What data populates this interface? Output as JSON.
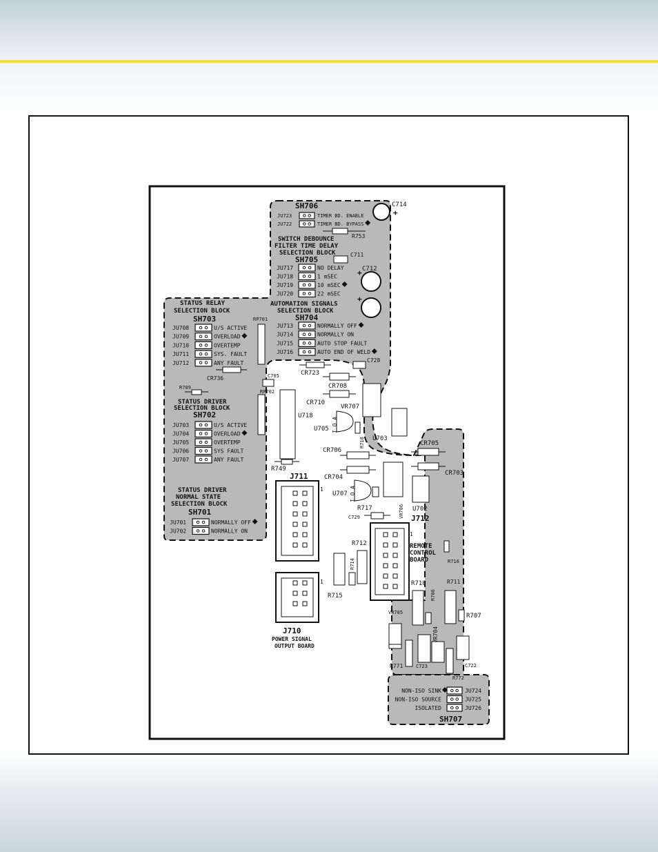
{
  "blocks": {
    "sh706": {
      "title": "SH706",
      "rows": [
        {
          "jumper": "JU723",
          "label": "TIMER BD. ENABLE",
          "selected": false
        },
        {
          "jumper": "JU722",
          "label": "TIMER BD. BYPASS",
          "selected": true
        }
      ]
    },
    "sh705": {
      "heading": [
        "SWITCH DEBOUNCE",
        "FILTER TIME DELAY",
        "SELECTION BLOCK"
      ],
      "title": "SH705",
      "rows": [
        {
          "jumper": "JU717",
          "label": "NO DELAY",
          "selected": false
        },
        {
          "jumper": "JU718",
          "label": "1 mSEC",
          "selected": false
        },
        {
          "jumper": "JU719",
          "label": "10 mSEC",
          "selected": true
        },
        {
          "jumper": "JU720",
          "label": "22 mSEC",
          "selected": false
        }
      ]
    },
    "sh704": {
      "heading": [
        "AUTOMATION SIGNALS",
        "SELECTION BLOCK"
      ],
      "title": "SH704",
      "rows": [
        {
          "jumper": "JU713",
          "label": "NORMALLY OFF",
          "selected": true
        },
        {
          "jumper": "JU714",
          "label": "NORMALLY ON",
          "selected": false
        },
        {
          "jumper": "JU715",
          "label": "AUTO STOP FAULT",
          "selected": false
        },
        {
          "jumper": "JU716",
          "label": "AUTO END OF WELD",
          "selected": true
        }
      ]
    },
    "sh703": {
      "heading": [
        "STATUS RELAY",
        "SELECTION BLOCK"
      ],
      "title": "SH703",
      "rows": [
        {
          "jumper": "JU708",
          "label": "U/S ACTIVE",
          "selected": false
        },
        {
          "jumper": "JU709",
          "label": "OVERLOAD",
          "selected": true
        },
        {
          "jumper": "JU710",
          "label": "OVERTEMP",
          "selected": false
        },
        {
          "jumper": "JU711",
          "label": "SYS. FAULT",
          "selected": false
        },
        {
          "jumper": "JU712",
          "label": "ANY FAULT",
          "selected": false
        }
      ]
    },
    "sh702": {
      "heading": [
        "STATUS DRIVER",
        "SELECTION BLOCK"
      ],
      "title": "SH702",
      "rows": [
        {
          "jumper": "JU703",
          "label": "U/S ACTIVE",
          "selected": false
        },
        {
          "jumper": "JU704",
          "label": "OVERLOAD",
          "selected": true
        },
        {
          "jumper": "JU705",
          "label": "OVERTEMP",
          "selected": false
        },
        {
          "jumper": "JU706",
          "label": "SYS FAULT",
          "selected": false
        },
        {
          "jumper": "JU707",
          "label": "ANY FAULT",
          "selected": false
        }
      ]
    },
    "sh701": {
      "heading": [
        "STATUS DRIVER",
        "NORMAL STATE",
        "SELECTION BLOCK"
      ],
      "title": "SH701",
      "rows": [
        {
          "jumper": "JU701",
          "label": "NORMALLY OFF",
          "selected": true
        },
        {
          "jumper": "JU702",
          "label": "NORMALLY ON",
          "selected": false
        }
      ]
    },
    "sh707": {
      "title": "SH707",
      "rows": [
        {
          "jumper": "JU724",
          "label": "NON-ISO SINK",
          "selected": true
        },
        {
          "jumper": "JU725",
          "label": "NON-ISO SOURCE",
          "selected": false
        },
        {
          "jumper": "JU726",
          "label": "ISOLATED",
          "selected": false
        }
      ]
    }
  },
  "components": {
    "C714": "C714",
    "R753": "R753",
    "C711": "C711",
    "C712": "C712",
    "RP701": "RP701",
    "RP702": "RP702",
    "CR736": "CR736",
    "R789": "R789",
    "C705": "C705",
    "CR723": "CR723",
    "C728": "C728",
    "CR708": "CR708",
    "CR710": "CR710",
    "VR707": "VR707",
    "U718": "U718",
    "U705": "U705",
    "R718": "R718",
    "U703": "U703",
    "CR705": "CR705",
    "CR706": "CR706",
    "R749": "R749",
    "CR704": "CR704",
    "CR703": "CR703",
    "U707": "U707",
    "R717": "R717",
    "VR706": "VR706",
    "U702": "U702",
    "C729": "C729",
    "R712": "R712",
    "R714": "R714",
    "R715": "R715",
    "R716": "R716",
    "R710": "R710",
    "R706": "R706",
    "R711": "R711",
    "R707": "R707",
    "VR705": "VR705",
    "VR704": "VR704",
    "R771": "R771",
    "C723": "C723",
    "R772": "R772",
    "C722": "C722"
  },
  "ic_marks": {
    "u705": "I O A",
    "u707": "I O A"
  },
  "connectors": {
    "j711": {
      "name": "J711",
      "pin1": "1"
    },
    "j712": {
      "name": "J712",
      "pin1": "1",
      "caption": [
        "REMOTE",
        "CONTROL",
        "BOARD"
      ]
    },
    "j710": {
      "name": "J710",
      "pin1": "1",
      "caption": [
        "POWER SIGNAL",
        "OUTPUT BOARD"
      ]
    }
  },
  "polarity_mark": "+",
  "colors": {
    "shade": "#b9b9b9",
    "accent": "#f2e21f",
    "header": "#c3d2da"
  }
}
